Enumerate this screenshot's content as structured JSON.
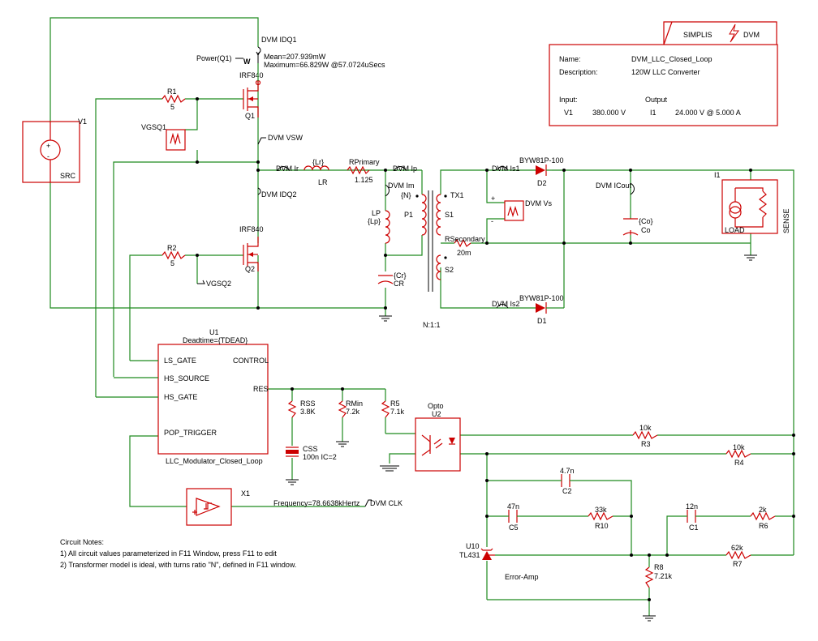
{
  "title_block": {
    "brand_left": "SIMPLIS",
    "brand_right": "DVM",
    "name_label": "Name:",
    "name_value": "DVM_LLC_Closed_Loop",
    "description_label": "Description:",
    "description_value": "120W LLC Converter",
    "input_label": "Input:",
    "output_label": "Output",
    "input_source": "V1",
    "input_value": "380.000 V",
    "output_source": "I1",
    "output_value": "24.000 V @ 5.000 A"
  },
  "components": {
    "v1": "V1",
    "v1_src": "SRC",
    "dvm_idq1": "DVM IDQ1",
    "power_q1": "Power(Q1)",
    "power_mean": "Mean=207.939mW",
    "power_max": "Maximum=66.829W @57.0724uSecs",
    "irf840_q1": "IRF840",
    "q1": "Q1",
    "r1": "R1",
    "r1_val": "5",
    "vgsq1": "VGSQ1",
    "dvm_vsw": "DVM VSW",
    "dvm_ir": "DVM Ir",
    "lr_param": "{Lr}",
    "lr": "LR",
    "rprimary": "RPrimary",
    "rprimary_val": "1.125",
    "dvm_ip": "DVM Ip",
    "dvm_im": "DVM Im",
    "n_param": "{N}",
    "lp": "LP",
    "lp_param": "{Lp}",
    "p1": "P1",
    "dvm_idq2": "DVM IDQ2",
    "irf840_q2": "IRF840",
    "q2": "Q2",
    "r2": "R2",
    "r2_val": "5",
    "vgsq2": "VGSQ2",
    "cr_param": "{Cr}",
    "cr": "CR",
    "tx1": "TX1",
    "s1": "S1",
    "s2": "S2",
    "rsecondary": "RSecondary",
    "rsecondary_val": "20m",
    "turns": "N:1:1",
    "dvm_is1": "DVM Is1",
    "dvm_is2": "DVM Is2",
    "d2_part": "BYW81P-100",
    "d2": "D2",
    "d1_part": "BYW81P-100",
    "d1": "D1",
    "dvm_vs": "DVM Vs",
    "dvm_icout": "DVM ICout",
    "co_param": "{Co}",
    "co": "Co",
    "i1": "I1",
    "load": "LOAD",
    "sense": "SENSE",
    "u1": "U1",
    "deadtime": "Deadtime={TDEAD}",
    "ls_gate": "LS_GATE",
    "hs_source": "HS_SOURCE",
    "hs_gate": "HS_GATE",
    "pop_trigger": "POP_TRIGGER",
    "control": "CONTROL",
    "res": "RES",
    "modulator": "LLC_Modulator_Closed_Loop",
    "rss": "RSS",
    "rss_val": "3.8K",
    "rmin": "RMin",
    "rmin_val": "7.2k",
    "r5": "R5",
    "r5_val": "7.1k",
    "css": "CSS",
    "css_val": "100n IC=2",
    "opto": "Opto",
    "u2": "U2",
    "r3_val": "10k",
    "r3": "R3",
    "r4_val": "10k",
    "r4": "R4",
    "c2_val": "4.7n",
    "c2": "C2",
    "c5_val": "47n",
    "c5": "C5",
    "r10_val": "33k",
    "r10": "R10",
    "c1_val": "12n",
    "c1": "C1",
    "r6_val": "2k",
    "r6": "R6",
    "r7_val": "62k",
    "r7": "R7",
    "r8": "R8",
    "r8_val": "7.21k",
    "u10": "U10",
    "tl431": "TL431",
    "error_amp": "Error-Amp",
    "x1": "X1",
    "frequency": "Frequency=78.6638kHertz",
    "dvm_clk": "DVM CLK"
  },
  "notes": {
    "heading": "Circuit Notes:",
    "line1": "1) All circuit values parameterized in F11 Window, press F11 to edit",
    "line2": "2) Transformer model is ideal, with turns ratio \"N\", defined in F11 window."
  },
  "colors": {
    "wire": "#1e8a1e",
    "component": "#cc0000",
    "probe": "#000000"
  }
}
